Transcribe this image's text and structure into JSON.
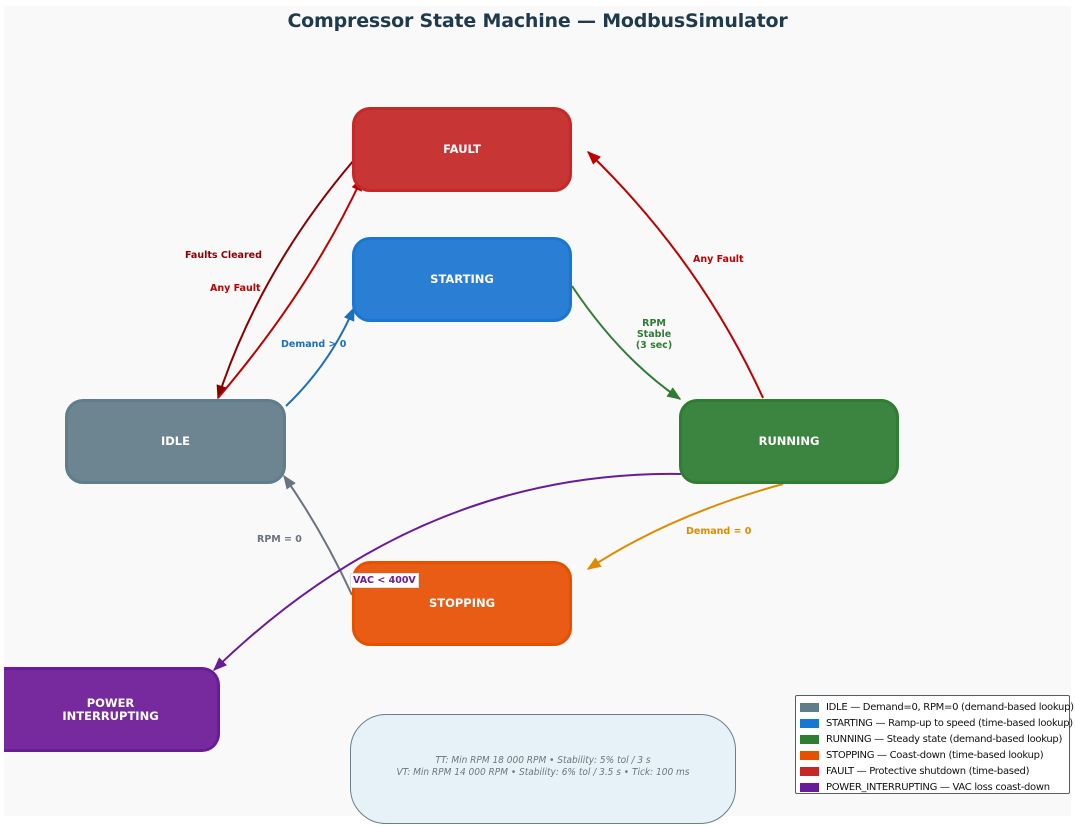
{
  "title": "Compressor State Machine — ModbusSimulator",
  "states": {
    "fault": {
      "label": "FAULT",
      "color": "#c62828"
    },
    "starting": {
      "label": "STARTING",
      "color": "#1976d2"
    },
    "idle": {
      "label": "IDLE",
      "color": "#607d8b"
    },
    "running": {
      "label": "RUNNING",
      "color": "#2e7d32"
    },
    "stopping": {
      "label": "STOPPING",
      "color": "#e65100"
    },
    "power": {
      "label": "POWER\nINTERRUPTING",
      "color": "#6a1b9a"
    }
  },
  "transitions": {
    "faults_cleared": {
      "label": "Faults Cleared",
      "color": "#8b0000"
    },
    "any_fault_idle": {
      "label": "Any Fault",
      "color": "#c00000"
    },
    "any_fault_running": {
      "label": "Any Fault",
      "color": "#c00000"
    },
    "demand_gt_0": {
      "label": "Demand > 0",
      "color": "#1a6fc0"
    },
    "rpm_stable": {
      "label": "RPM Stable\n(3 sec)",
      "color": "#2e7d32"
    },
    "demand_eq_0": {
      "label": "Demand = 0",
      "color": "#e08a00"
    },
    "rpm_eq_0": {
      "label": "RPM = 0",
      "color": "#6b7280"
    },
    "vac_lt_400": {
      "label": "VAC < 400V",
      "color": "#6a1b9a"
    }
  },
  "info": {
    "line1": "TT: Min RPM 18 000 RPM  •  Stability: 5% tol / 3 s",
    "line2": "VT: Min RPM 14 000 RPM  •  Stability: 6% tol / 3.5 s  •  Tick: 100 ms"
  },
  "legend": [
    {
      "label": "IDLE — Demand=0, RPM=0 (demand-based lookup)",
      "color": "#607d8b"
    },
    {
      "label": "STARTING — Ramp-up to speed (time-based lookup)",
      "color": "#1976d2"
    },
    {
      "label": "RUNNING — Steady state (demand-based lookup)",
      "color": "#2e7d32"
    },
    {
      "label": "STOPPING — Coast-down (time-based lookup)",
      "color": "#e65100"
    },
    {
      "label": "FAULT — Protective shutdown (time-based)",
      "color": "#c62828"
    },
    {
      "label": "POWER_INTERRUPTING — VAC loss coast-down",
      "color": "#6a1b9a"
    }
  ]
}
